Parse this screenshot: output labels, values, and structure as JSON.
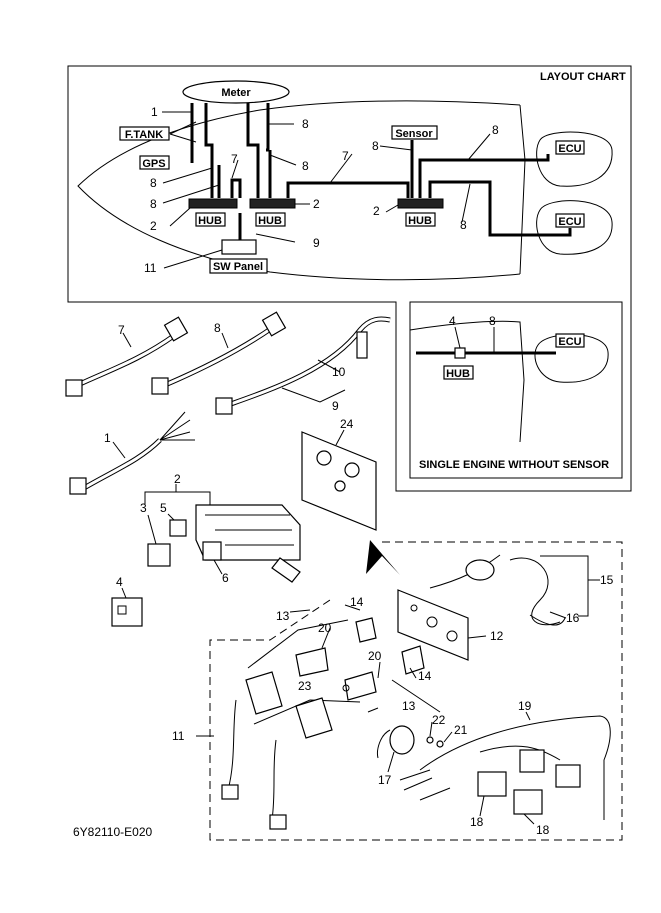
{
  "layout_chart": {
    "title": "LAYOUT CHART",
    "meter": "Meter",
    "ftank": "F.TANK",
    "gps": "GPS",
    "sensor": "Sensor",
    "hub": "HUB",
    "sw_panel": "SW Panel",
    "ecu": "ECU"
  },
  "single_engine": {
    "title": "SINGLE ENGINE WITHOUT SENSOR",
    "hub": "HUB",
    "ecu": "ECU"
  },
  "callouts": {
    "n1": "1",
    "n2": "2",
    "n3": "3",
    "n4": "4",
    "n5": "5",
    "n6": "6",
    "n7": "7",
    "n8": "8",
    "n9": "9",
    "n10": "10",
    "n11": "11",
    "n12": "12",
    "n13": "13",
    "n14": "14",
    "n15": "15",
    "n16": "16",
    "n17": "17",
    "n18": "18",
    "n19": "19",
    "n20": "20",
    "n21": "21",
    "n22": "22",
    "n23": "23",
    "n24": "24"
  },
  "figure_code": "6Y82110-E020"
}
